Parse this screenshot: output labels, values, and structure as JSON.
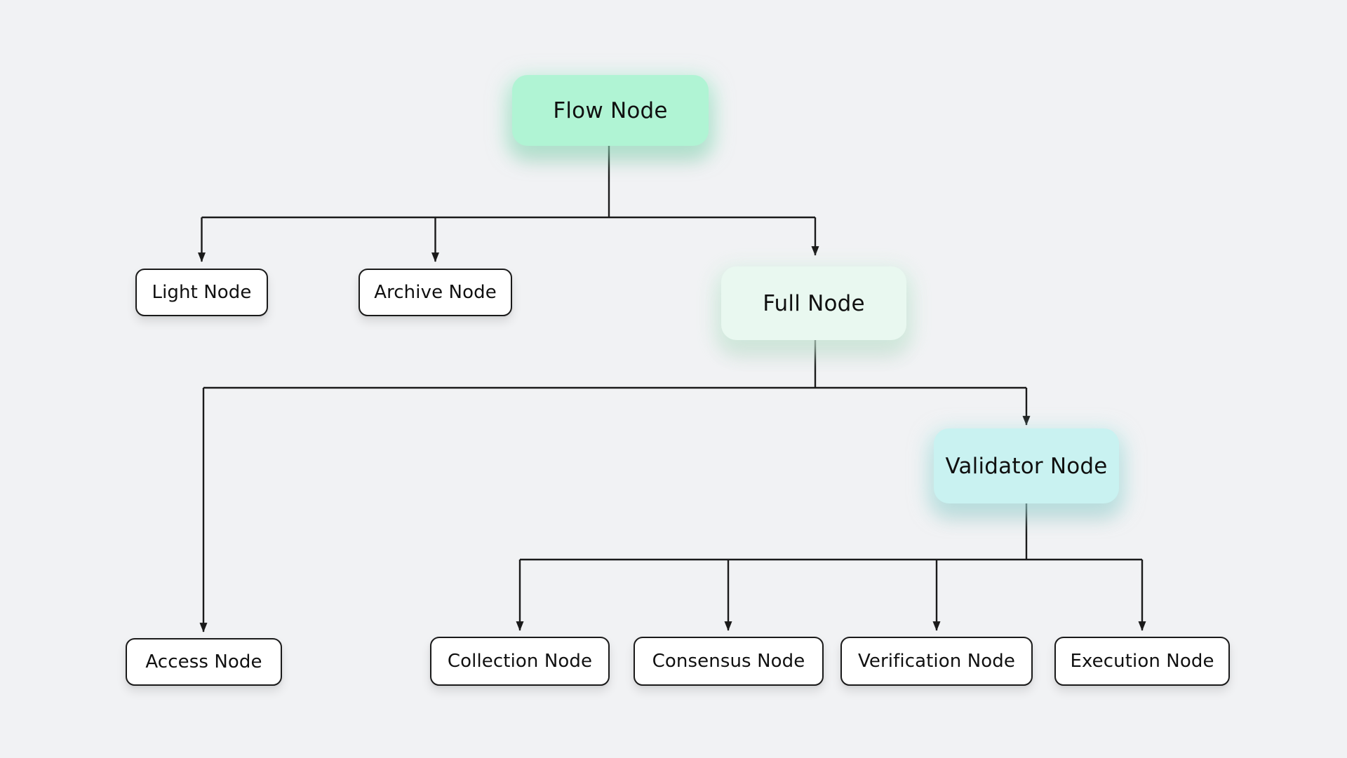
{
  "diagram": {
    "type": "tree",
    "background_color": "#f1f2f4",
    "line_color": "#1a1a1a",
    "nodes": [
      {
        "id": "flow",
        "label": "Flow Node",
        "fill": "#b0f4d4",
        "emphasis": "accent"
      },
      {
        "id": "light",
        "label": "Light Node",
        "fill": "#ffffff",
        "emphasis": "plain"
      },
      {
        "id": "archive",
        "label": "Archive Node",
        "fill": "#ffffff",
        "emphasis": "plain"
      },
      {
        "id": "full",
        "label": "Full Node",
        "fill": "#e9f8f0",
        "emphasis": "accent"
      },
      {
        "id": "access",
        "label": "Access Node",
        "fill": "#ffffff",
        "emphasis": "plain"
      },
      {
        "id": "validator",
        "label": "Validator Node",
        "fill": "#c9f2f1",
        "emphasis": "accent"
      },
      {
        "id": "collection",
        "label": "Collection Node",
        "fill": "#ffffff",
        "emphasis": "plain"
      },
      {
        "id": "consensus",
        "label": "Consensus Node",
        "fill": "#ffffff",
        "emphasis": "plain"
      },
      {
        "id": "verification",
        "label": "Verification Node",
        "fill": "#ffffff",
        "emphasis": "plain"
      },
      {
        "id": "execution",
        "label": "Execution Node",
        "fill": "#ffffff",
        "emphasis": "plain"
      }
    ],
    "edges": [
      {
        "from": "flow",
        "to": "light"
      },
      {
        "from": "flow",
        "to": "archive"
      },
      {
        "from": "flow",
        "to": "full"
      },
      {
        "from": "full",
        "to": "access"
      },
      {
        "from": "full",
        "to": "validator"
      },
      {
        "from": "validator",
        "to": "collection"
      },
      {
        "from": "validator",
        "to": "consensus"
      },
      {
        "from": "validator",
        "to": "verification"
      },
      {
        "from": "validator",
        "to": "execution"
      }
    ]
  }
}
